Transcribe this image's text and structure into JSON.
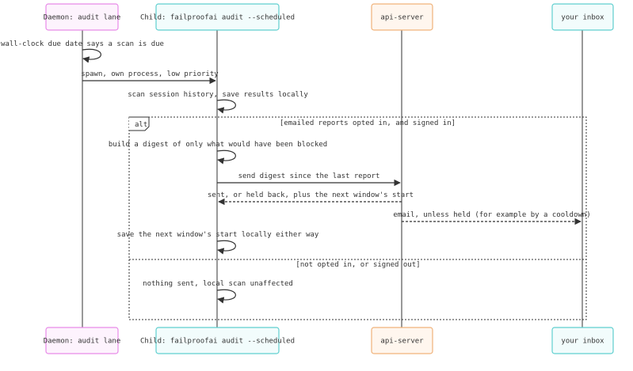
{
  "participants": [
    {
      "id": "daemon",
      "label": "Daemon: audit lane",
      "stroke": "#e88ae8",
      "fill": "#fdf3fd"
    },
    {
      "id": "child",
      "label": "Child: failproofai audit --scheduled",
      "stroke": "#5fcfcf",
      "fill": "#f2fcfc"
    },
    {
      "id": "api",
      "label": "api-server",
      "stroke": "#f0b27a",
      "fill": "#fff6ee"
    },
    {
      "id": "inbox",
      "label": "your inbox",
      "stroke": "#5fcfcf",
      "fill": "#f2fcfc"
    }
  ],
  "messages": [
    {
      "from": "daemon",
      "to": "daemon",
      "label": "wall-clock due date says a scan is due",
      "style": "solid",
      "self": true
    },
    {
      "from": "daemon",
      "to": "child",
      "label": "spawn, own process, low priority",
      "style": "solid",
      "self": false
    },
    {
      "from": "child",
      "to": "child",
      "label": "scan session history, save results locally",
      "style": "solid",
      "self": true
    },
    {
      "from": "child",
      "to": "child",
      "label": "build a digest of only what would have been blocked",
      "style": "solid",
      "self": true
    },
    {
      "from": "child",
      "to": "api",
      "label": "send digest since the last report",
      "style": "solid",
      "self": false
    },
    {
      "from": "api",
      "to": "child",
      "label": "sent, or held back, plus the next window's start",
      "style": "dashed",
      "self": false
    },
    {
      "from": "api",
      "to": "inbox",
      "label": "email, unless held (for example by a cooldown)",
      "style": "dashed",
      "self": false
    },
    {
      "from": "child",
      "to": "child",
      "label": "save the next window's start locally either way",
      "style": "solid",
      "self": true
    },
    {
      "from": "child",
      "to": "child",
      "label": "nothing sent, local scan unaffected",
      "style": "solid",
      "self": true
    }
  ],
  "fragment": {
    "keyword": "alt",
    "condition": "[emailed reports opted in, and signed in]",
    "else_condition": "[not opted in, or signed out]"
  },
  "colors": {
    "line": "#333333",
    "fragment_border": "#333333"
  }
}
